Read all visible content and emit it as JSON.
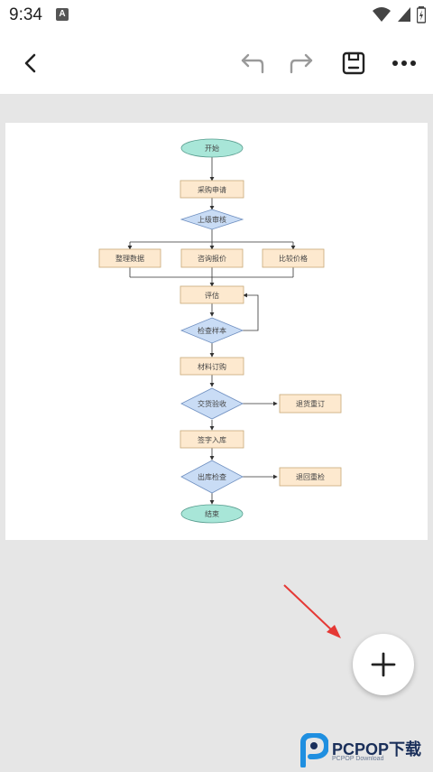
{
  "status_bar": {
    "time": "9:34",
    "app_badge": "A"
  },
  "toolbar": {
    "back_icon": "back-arrow-icon",
    "undo_icon": "undo-icon",
    "redo_icon": "redo-icon",
    "save_icon": "save-icon",
    "more_icon": "more-icon"
  },
  "flowchart": {
    "start": "开始",
    "purchase_request": "采购申请",
    "superior_review": "上级审核",
    "organize_data": "整理数据",
    "inquiry_quote": "咨询报价",
    "compare_price": "比较价格",
    "evaluate": "评估",
    "inspect_sample": "检查样本",
    "material_order": "材料订购",
    "delivery_acceptance": "交货验收",
    "return_reorder": "退货重订",
    "sign_warehouse": "签字入库",
    "outbound_check": "出库检查",
    "return_recheck": "退回重检",
    "end": "结束"
  },
  "fab": {
    "icon": "plus-icon"
  },
  "watermark": {
    "brand": "PCPOP下载",
    "sub": "PCPOP Download"
  },
  "colors": {
    "terminal": "#a8e6d8",
    "process": "#fde9cf",
    "decision": "#c9dcf5",
    "annotation_arrow": "#e53935"
  }
}
